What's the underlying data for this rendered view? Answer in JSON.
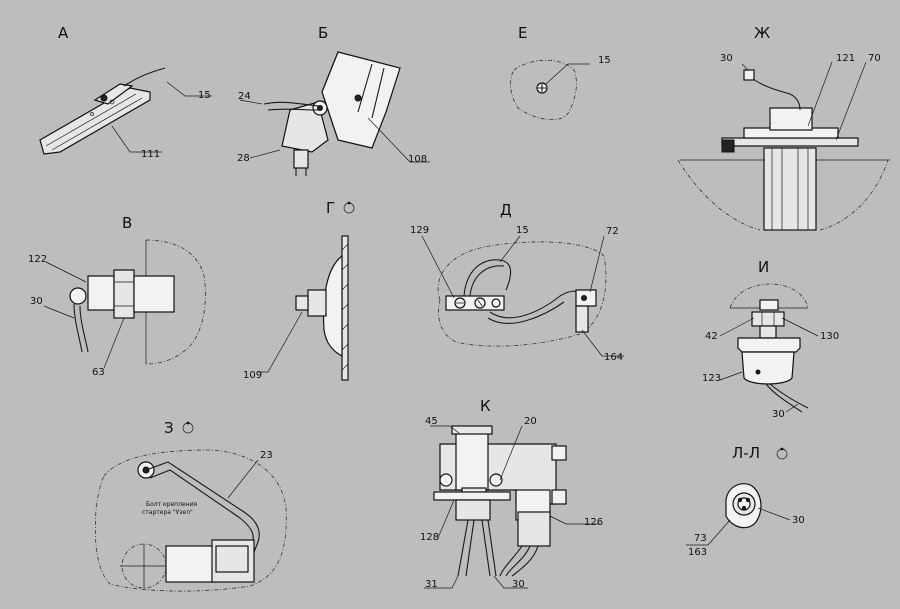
{
  "views": [
    {
      "id": "a",
      "label": "А"
    },
    {
      "id": "b",
      "label": "Б"
    },
    {
      "id": "e",
      "label": "Е"
    },
    {
      "id": "zh",
      "label": "Ж"
    },
    {
      "id": "v",
      "label": "В"
    },
    {
      "id": "g",
      "label": "Г"
    },
    {
      "id": "d",
      "label": "Д"
    },
    {
      "id": "i",
      "label": "И"
    },
    {
      "id": "z",
      "label": "З"
    },
    {
      "id": "k",
      "label": "К"
    },
    {
      "id": "ll",
      "label": "Л-Л"
    }
  ],
  "callouts": {
    "a_15": "15",
    "a_111": "111",
    "b_24": "24",
    "b_28": "28",
    "b_108": "108",
    "e_15": "15",
    "zh_30": "30",
    "zh_121": "121",
    "zh_70": "70",
    "v_122": "122",
    "v_30": "30",
    "v_63": "63",
    "g_109": "109",
    "d_129": "129",
    "d_15": "15",
    "d_72": "72",
    "d_164": "164",
    "i_42": "42",
    "i_130": "130",
    "i_123": "123",
    "i_30": "30",
    "z_23": "23",
    "k_45": "45",
    "k_20": "20",
    "k_126": "126",
    "k_128": "128",
    "k_31": "31",
    "k_30": "30",
    "ll_73": "73",
    "ll_163": "163",
    "ll_30": "30"
  },
  "notes": {
    "z_bolt_line1": "Болт крепления",
    "z_bolt_line2": "стартера \"Узел\""
  },
  "icons": {
    "rotation": "rotation-symbol-icon"
  }
}
